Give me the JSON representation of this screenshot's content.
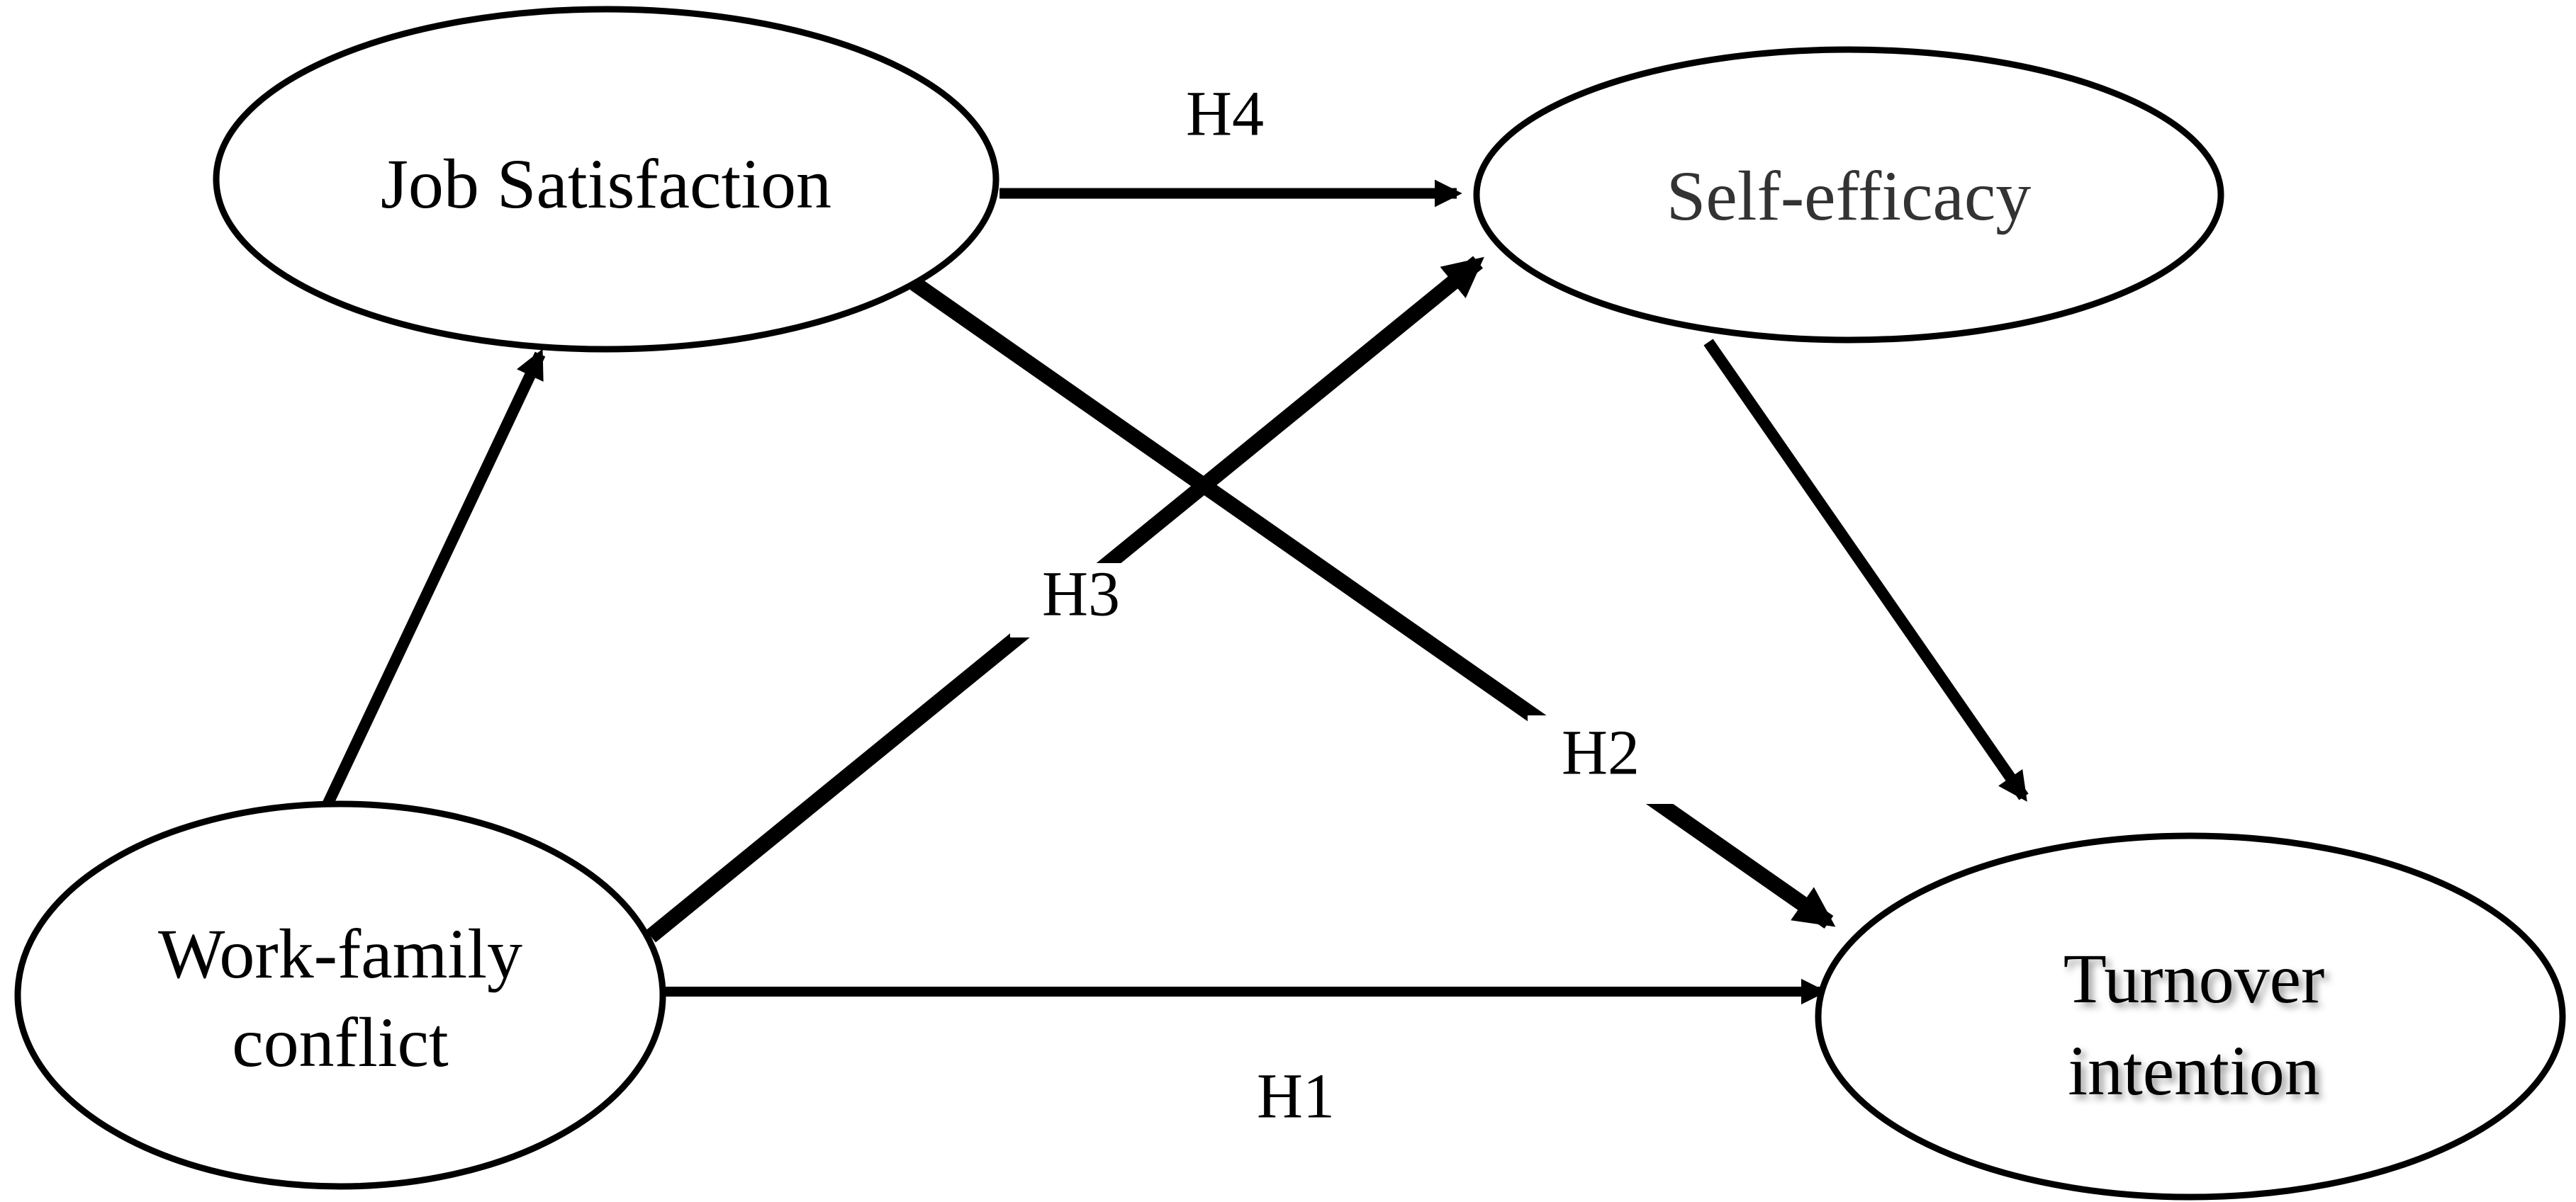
{
  "nodes": {
    "job_satisfaction": {
      "lines": [
        "Job Satisfaction"
      ]
    },
    "self_efficacy": {
      "lines": [
        "Self-efficacy"
      ]
    },
    "work_family_conflict": {
      "lines": [
        "Work-family",
        "conflict"
      ]
    },
    "turnover_intention": {
      "lines": [
        "Turnover",
        "intention"
      ]
    }
  },
  "edges": {
    "h1": {
      "label": "H1",
      "from": "Work-family conflict",
      "to": "Turnover intention"
    },
    "h2": {
      "label": "H2",
      "from": "Job Satisfaction",
      "to": "Turnover intention"
    },
    "h3": {
      "label": "H3",
      "from": "Work-family conflict",
      "to": "Self-efficacy"
    },
    "h4": {
      "label": "H4",
      "from": "Job Satisfaction",
      "to": "Self-efficacy"
    },
    "wfc_to_js": {
      "label": "",
      "from": "Work-family conflict",
      "to": "Job Satisfaction"
    },
    "se_to_ti": {
      "label": "",
      "from": "Self-efficacy",
      "to": "Turnover intention"
    }
  }
}
